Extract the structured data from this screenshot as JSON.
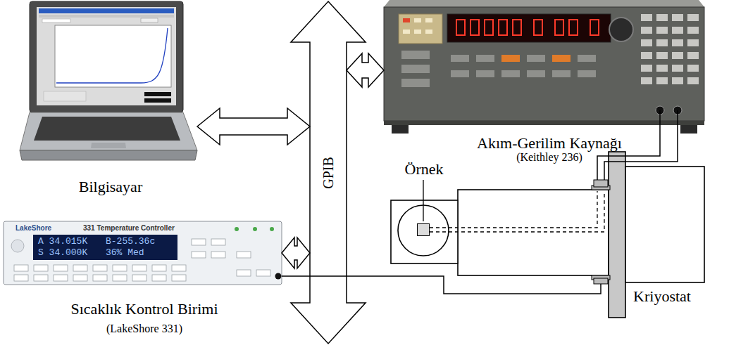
{
  "diagram": {
    "nodes": [
      {
        "text": [
          "Bilgisayar"
        ]
      },
      {
        "text": [
          "GPIB"
        ]
      },
      {
        "text": [
          "Akım-Gerilim Kaynağı",
          "(Keithley 236)"
        ]
      },
      {
        "text": [
          "Sıcaklık Kontrol Birimi",
          "(LakeShore 331)"
        ]
      },
      {
        "text": [
          "Kriyostat"
        ]
      },
      {
        "text": [
          "Örnek"
        ],
        "in": 4
      }
    ],
    "edges": [
      {
        "from": 0,
        "to": 1,
        "arrow": "both"
      },
      {
        "from": 2,
        "to": 1,
        "arrow": "both"
      },
      {
        "from": 3,
        "to": 1,
        "arrow": "both"
      },
      {
        "from": 2,
        "to": 4,
        "arrow": "none"
      },
      {
        "from": 3,
        "to": 4,
        "arrow": "none"
      }
    ],
    "labels": [
      "LakeShore",
      "331 Temperature Controller",
      "A 34.015K",
      "B-255.36c",
      "S 34.000K",
      "36% Med"
    ]
  }
}
